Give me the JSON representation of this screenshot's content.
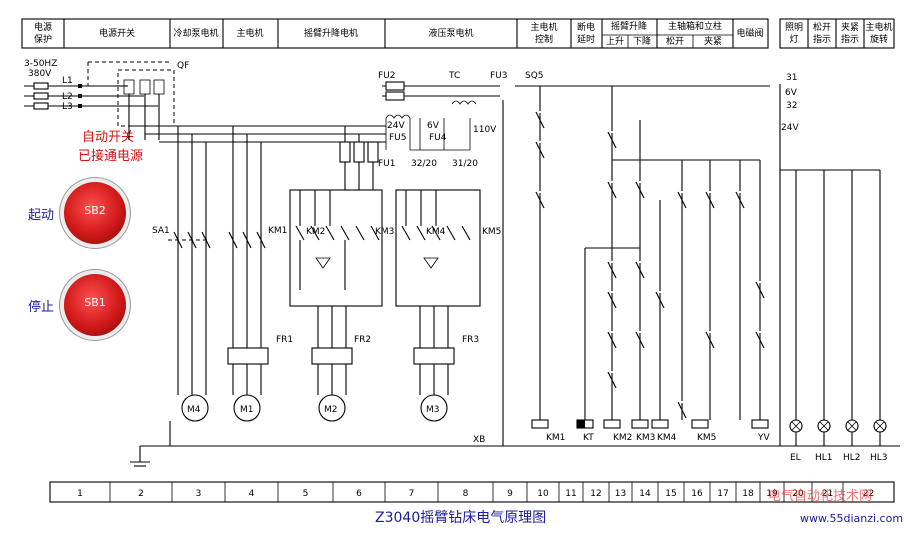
{
  "header": {
    "cells": [
      {
        "id": "h1",
        "lines": [
          "电源",
          "保护"
        ]
      },
      {
        "id": "h2",
        "lines": [
          "电源开关"
        ]
      },
      {
        "id": "h3",
        "lines": [
          "冷却泵电机"
        ]
      },
      {
        "id": "h4",
        "lines": [
          "主电机"
        ]
      },
      {
        "id": "h5",
        "lines": [
          "摇臂升降电机"
        ]
      },
      {
        "id": "h6",
        "lines": [
          "液压泵电机"
        ]
      },
      {
        "id": "h7",
        "lines": [
          "主电机",
          "控制"
        ]
      },
      {
        "id": "h8",
        "lines": [
          "断电",
          "延时"
        ]
      },
      {
        "id": "h9",
        "lines": [
          "摇臂升降"
        ]
      },
      {
        "id": "h9a",
        "lines": [
          "上升"
        ]
      },
      {
        "id": "h9b",
        "lines": [
          "下降"
        ]
      },
      {
        "id": "h10",
        "lines": [
          "主轴箱和立柱"
        ]
      },
      {
        "id": "h10a",
        "lines": [
          "松开"
        ]
      },
      {
        "id": "h10b",
        "lines": [
          "夹紧"
        ]
      },
      {
        "id": "h11",
        "lines": [
          "电磁阀"
        ]
      },
      {
        "id": "h12",
        "lines": [
          "照明",
          "灯"
        ]
      },
      {
        "id": "h13",
        "lines": [
          "松开",
          "指示"
        ]
      },
      {
        "id": "h14",
        "lines": [
          "夹紧",
          "指示"
        ]
      },
      {
        "id": "h15",
        "lines": [
          "主电机",
          "旋转"
        ]
      }
    ]
  },
  "supply": {
    "freq": "3-50HZ",
    "voltage": "380V",
    "phases": [
      "L1",
      "L2",
      "L3"
    ],
    "breaker": "QF"
  },
  "notes": {
    "auto_switch_1": "自动开关",
    "auto_switch_2": "已接通电源"
  },
  "buttons": {
    "start_label": "起动",
    "start_id": "SB2",
    "stop_label": "停止",
    "stop_id": "SB1"
  },
  "labels": {
    "SA1": "SA1",
    "KM1": "KM1",
    "KM2": "KM2",
    "KM3": "KM3",
    "KM4": "KM4",
    "KM5": "KM5",
    "FR1": "FR1",
    "FR2": "FR2",
    "FR3": "FR3",
    "FU1": "FU1",
    "FU2": "FU2",
    "FU3": "FU3",
    "FU4": "FU4",
    "FU5": "FU5",
    "TC": "TC",
    "XB": "XB",
    "SQ5": "SQ5",
    "M4": "M4",
    "M1": "M1",
    "M2": "M2",
    "M3": "M3",
    "v24": "24V",
    "v6": "6V",
    "v110": "110V",
    "r1": "32/20",
    "r2": "31/20",
    "n31": "31",
    "n6V": "6V",
    "n32": "32",
    "n24V": "24V",
    "EL": "EL",
    "HL1": "HL1",
    "HL2": "HL2",
    "HL3": "HL3",
    "YV": "YV",
    "KT": "KT"
  },
  "bottom_numbers": [
    "1",
    "2",
    "3",
    "4",
    "5",
    "6",
    "7",
    "8",
    "9",
    "10",
    "11",
    "12",
    "13",
    "14",
    "15",
    "16",
    "17",
    "18",
    "19",
    "20",
    "21",
    "22"
  ],
  "title": "Z3040摇臂钻床电气原理图",
  "watermark": {
    "line1": "电气自动化技术网",
    "line2": "www.55dianzi.com"
  },
  "colors": {
    "title": "#1a1aa0",
    "note": "#e01010",
    "button": "#d01818",
    "watermark_red": "#e84040"
  }
}
